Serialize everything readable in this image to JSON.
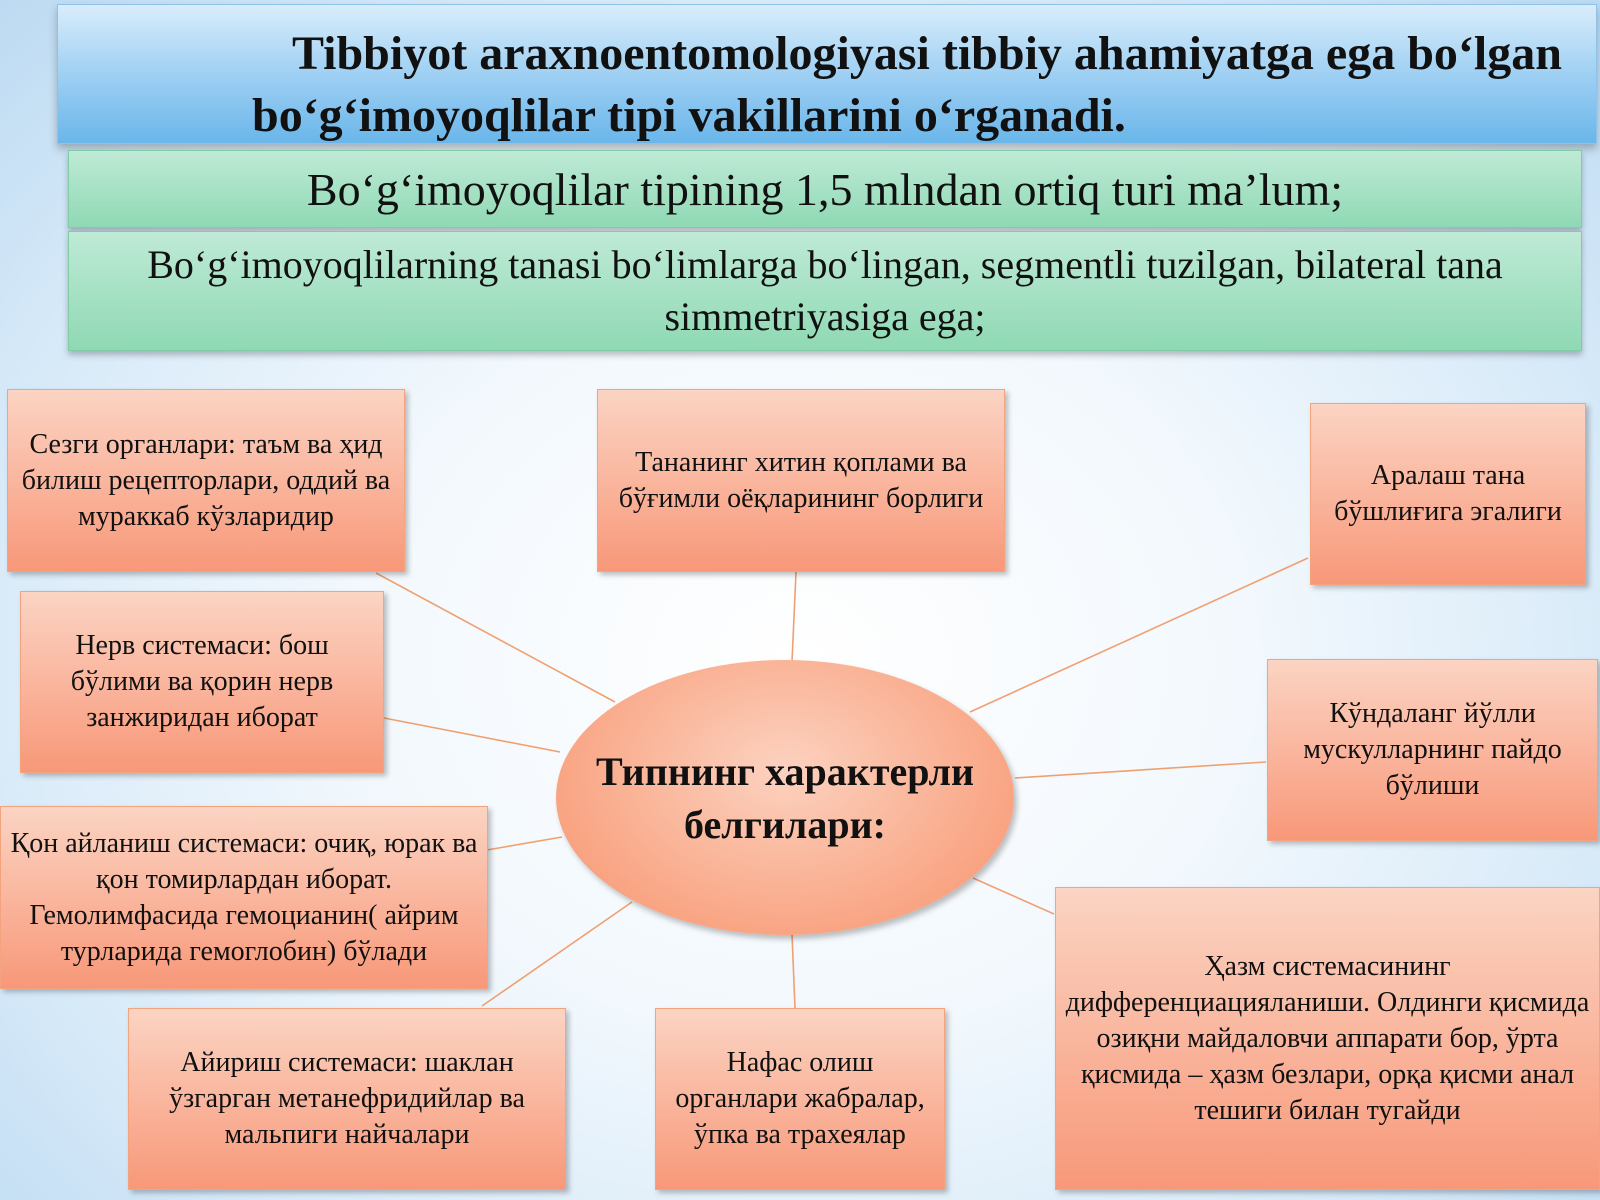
{
  "header": {
    "title": "Tibbiyot araxnoentomologiyasi tibbiy ahamiyatga ega bo‘lgan bo‘g‘imoyoqlilar tipi vakillarini o‘rganadi."
  },
  "facts": [
    "Bo‘g‘imoyoqlilar tipining 1,5 mlndan ortiq turi ma’lum;",
    "Bo‘g‘imoyoqlilarning tanasi bo‘limlarga bo‘lingan, segmentli tuzilgan, bilateral tana simmetriyasiga ega;"
  ],
  "center": "Типнинг характерли белгилари:",
  "nodes": {
    "sense_organs": "Сезги органлари: таъм ва ҳид билиш рецепторлари, оддий ва мураккаб кўзларидир",
    "chitin_cover": "Тананинг хитин қоплами ва бўғимли оёқларининг борлиги",
    "mixed_cavity": "Аралаш тана бўшлиғига эгалиги",
    "nervous_system": "Нерв системаси: бош бўлими ва қорин нерв занжиридан иборат",
    "striated_muscles": "Кўндаланг йўлли мускулларнинг пайдо бўлиши",
    "circulatory_system": "Қон айланиш системаси: очиқ, юрак ва қон томирлардан иборат. Гемолимфасида гемоцианин( айрим турларида гемоглобин) бўлади",
    "digestive_system": "Ҳазм системасининг дифференциацияланиши. Олдинги қисмида озиқни майдаловчи аппарати бор, ўрта қисмида – ҳазм безлари, орқа қисми анал тешиги билан тугайди",
    "excretory_system": "Айириш системаси: шаклан ўзгарган метанефридийлар ва мальпиги найчалари",
    "respiratory_organs": "Нафас олиш органлари жабралар, ўпка ва трахеялар"
  }
}
